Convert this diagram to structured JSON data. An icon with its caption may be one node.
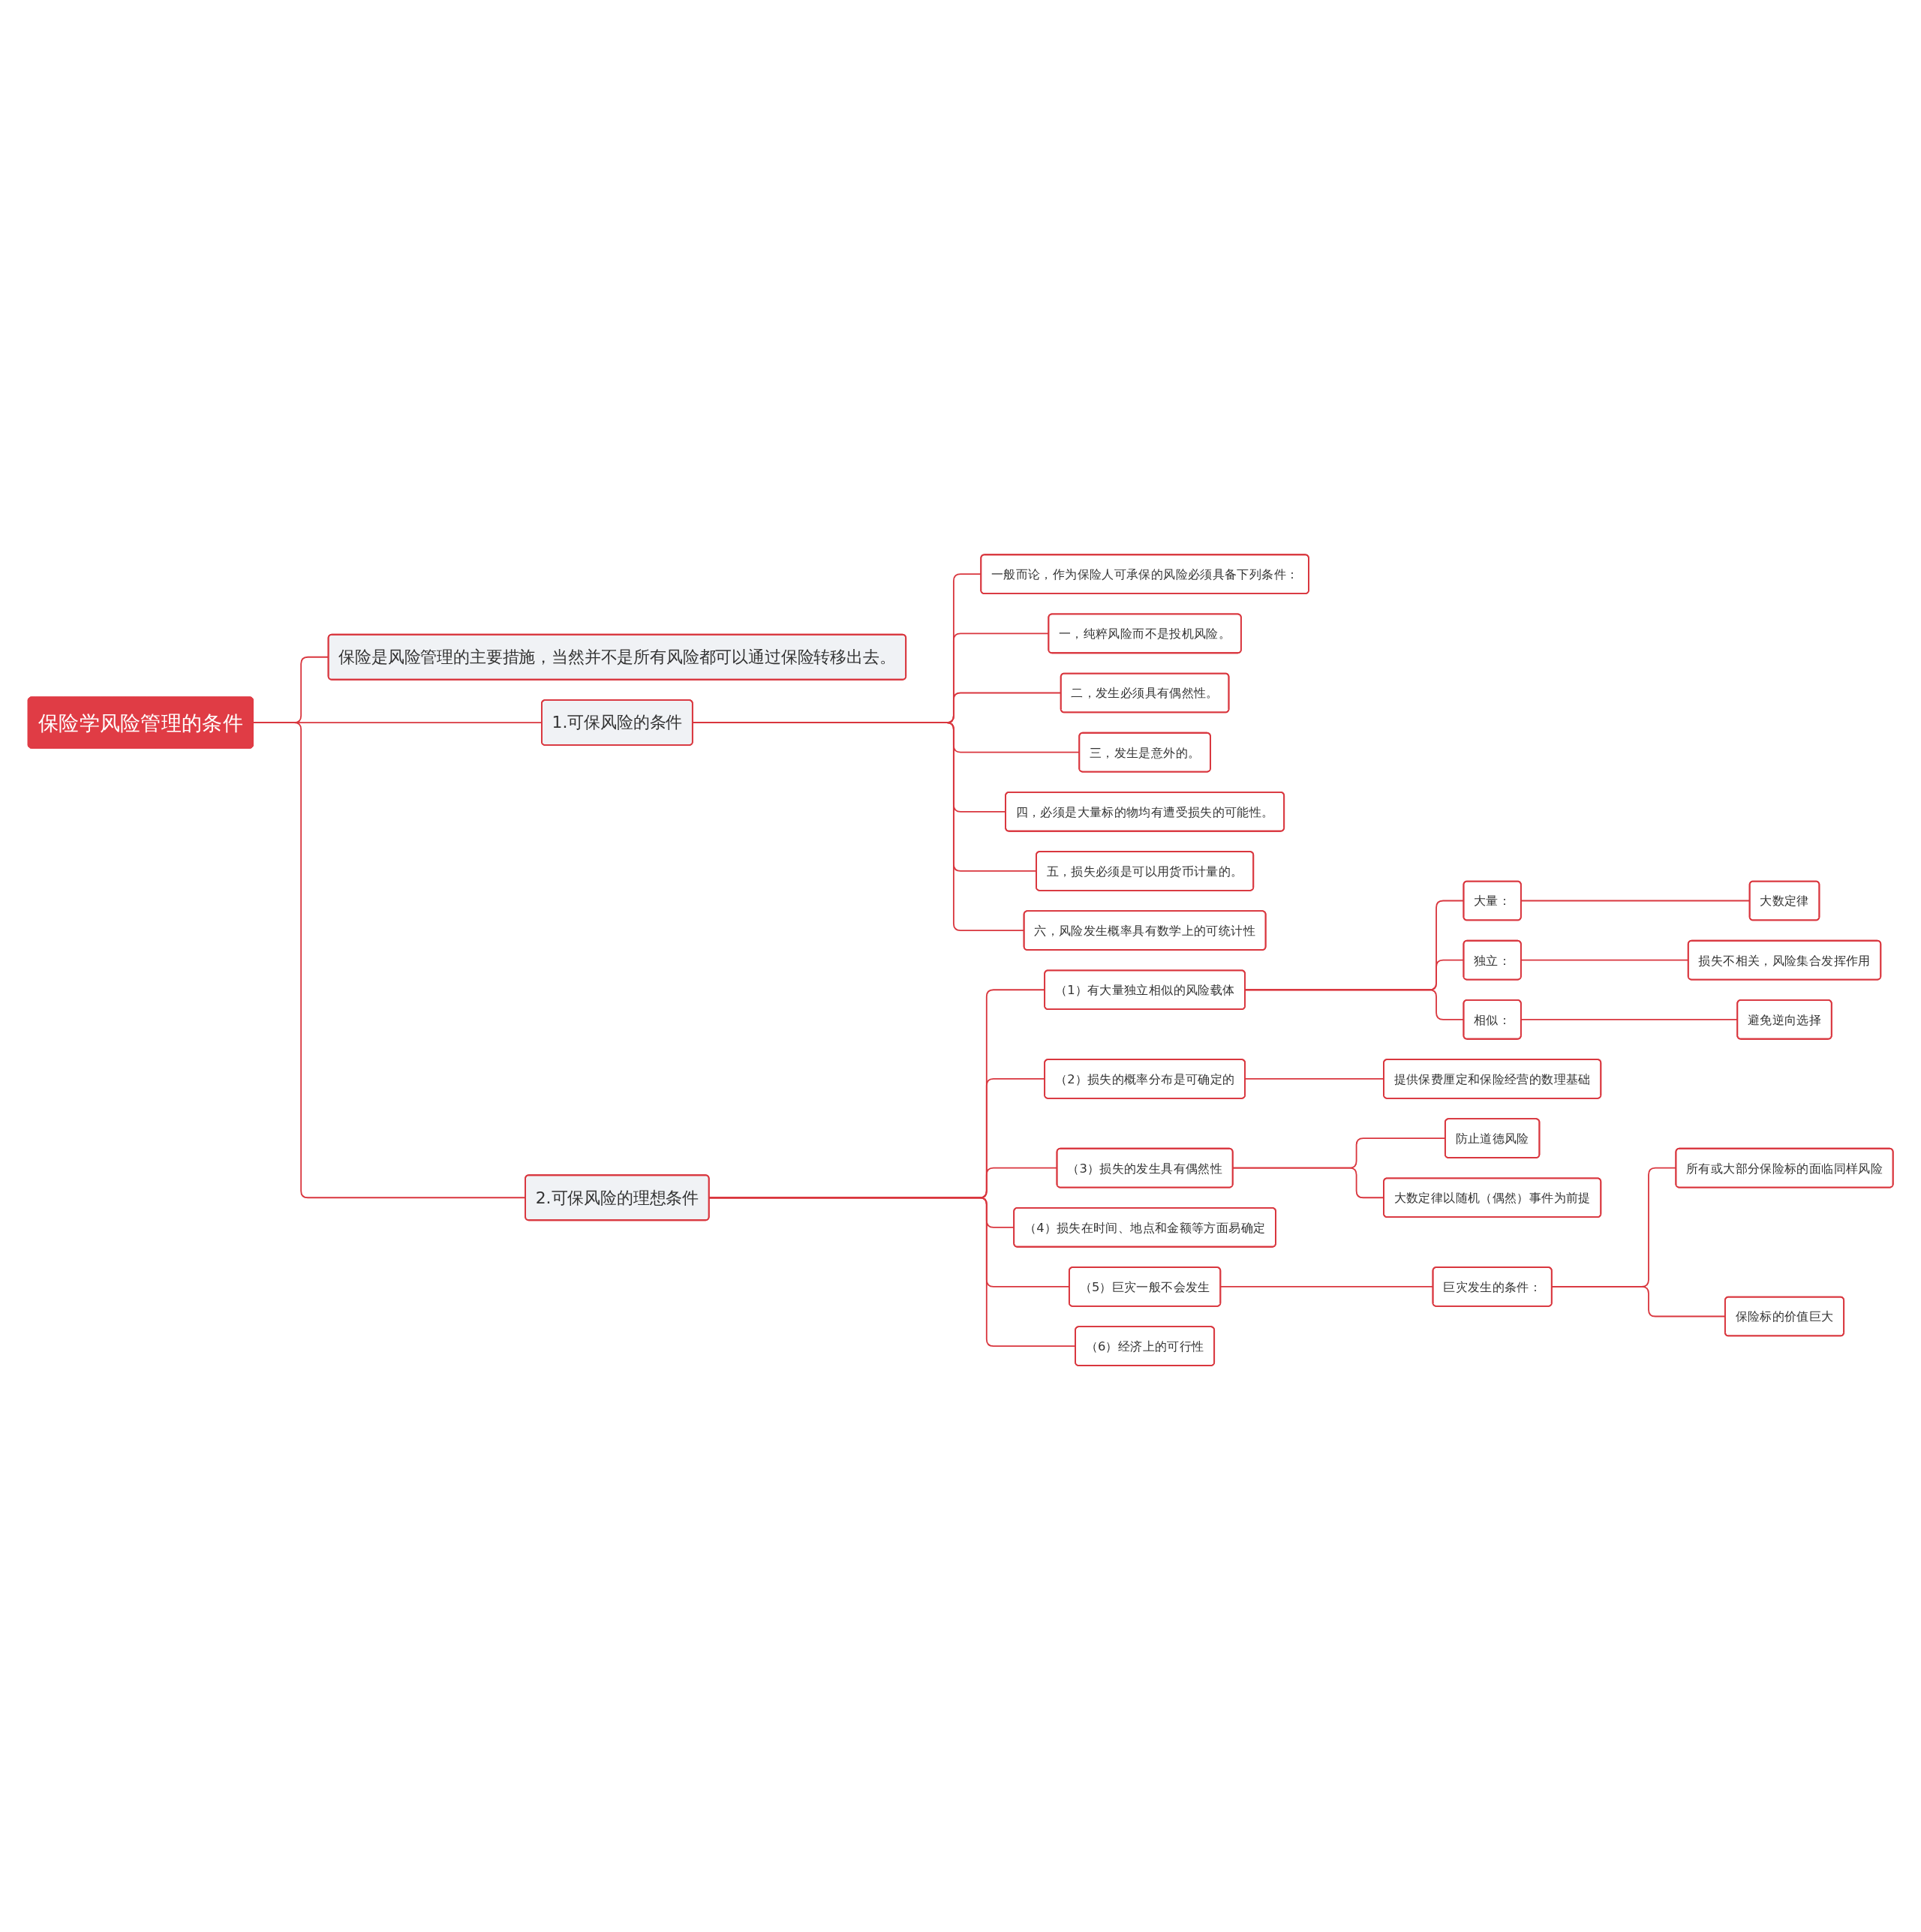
{
  "diagram": {
    "nodes": [
      {
        "text": [
          "保险学风险管理的条件"
        ]
      },
      {
        "text": [
          "保险是风险管理的主要措施，当然并不是所有风险都可以通过保险转移出去。"
        ]
      },
      {
        "text": [
          "1.可保风险的条件"
        ]
      },
      {
        "text": [
          "一般而论，作为保险人可承保的风险必须具备下列条件："
        ]
      },
      {
        "text": [
          "一，纯粹风险而不是投机风险。"
        ]
      },
      {
        "text": [
          "二，发生必须具有偶然性。"
        ]
      },
      {
        "text": [
          "三，发生是意外的。"
        ]
      },
      {
        "text": [
          "四，必须是大量标的物均有遭受损失的可能性。"
        ]
      },
      {
        "text": [
          "五，损失必须是可以用货币计量的。"
        ]
      },
      {
        "text": [
          "六，风险发生概率具有数学上的可统计性"
        ]
      },
      {
        "text": [
          "2.可保风险的理想条件"
        ]
      },
      {
        "text": [
          "（1）有大量独立相似的风险载体"
        ]
      },
      {
        "text": [
          "大量："
        ]
      },
      {
        "text": [
          "大数定律"
        ]
      },
      {
        "text": [
          "独立："
        ]
      },
      {
        "text": [
          "损失不相关，风险集合发挥作用"
        ]
      },
      {
        "text": [
          "相似："
        ]
      },
      {
        "text": [
          "避免逆向选择"
        ]
      },
      {
        "text": [
          "（2）损失的概率分布是可确定的"
        ]
      },
      {
        "text": [
          "提供保费厘定和保险经营的数理基础"
        ]
      },
      {
        "text": [
          "（3）损失的发生具有偶然性"
        ]
      },
      {
        "text": [
          "防止道德风险"
        ]
      },
      {
        "text": [
          "大数定律以随机（偶然）事件为前提"
        ]
      },
      {
        "text": [
          "（4）损失在时间、地点和金额等方面易确定"
        ]
      },
      {
        "text": [
          "（5）巨灾一般不会发生"
        ]
      },
      {
        "text": [
          "巨灾发生的条件："
        ]
      },
      {
        "text": [
          "所有或大部分保险标的面临同样风险"
        ]
      },
      {
        "text": [
          "保险标的价值巨大"
        ]
      },
      {
        "text": [
          "（6）经济上的可行性"
        ]
      }
    ],
    "edges": [
      {
        "from": 0,
        "to": 1,
        "arrow": "none"
      },
      {
        "from": 0,
        "to": 2,
        "arrow": "none"
      },
      {
        "from": 2,
        "to": 3,
        "arrow": "none"
      },
      {
        "from": 2,
        "to": 4,
        "arrow": "none"
      },
      {
        "from": 2,
        "to": 5,
        "arrow": "none"
      },
      {
        "from": 2,
        "to": 6,
        "arrow": "none"
      },
      {
        "from": 2,
        "to": 7,
        "arrow": "none"
      },
      {
        "from": 2,
        "to": 8,
        "arrow": "none"
      },
      {
        "from": 2,
        "to": 9,
        "arrow": "none"
      },
      {
        "from": 0,
        "to": 10,
        "arrow": "none"
      },
      {
        "from": 10,
        "to": 11,
        "arrow": "none"
      },
      {
        "from": 11,
        "to": 12,
        "arrow": "none"
      },
      {
        "from": 12,
        "to": 13,
        "arrow": "none"
      },
      {
        "from": 11,
        "to": 14,
        "arrow": "none"
      },
      {
        "from": 14,
        "to": 15,
        "arrow": "none"
      },
      {
        "from": 11,
        "to": 16,
        "arrow": "none"
      },
      {
        "from": 16,
        "to": 17,
        "arrow": "none"
      },
      {
        "from": 10,
        "to": 18,
        "arrow": "none"
      },
      {
        "from": 18,
        "to": 19,
        "arrow": "none"
      },
      {
        "from": 10,
        "to": 20,
        "arrow": "none"
      },
      {
        "from": 20,
        "to": 21,
        "arrow": "none"
      },
      {
        "from": 20,
        "to": 22,
        "arrow": "none"
      },
      {
        "from": 10,
        "to": 23,
        "arrow": "none"
      },
      {
        "from": 10,
        "to": 24,
        "arrow": "none"
      },
      {
        "from": 24,
        "to": 25,
        "arrow": "none"
      },
      {
        "from": 25,
        "to": 26,
        "arrow": "none"
      },
      {
        "from": 25,
        "to": 27,
        "arrow": "none"
      },
      {
        "from": 10,
        "to": 28,
        "arrow": "none"
      }
    ]
  }
}
